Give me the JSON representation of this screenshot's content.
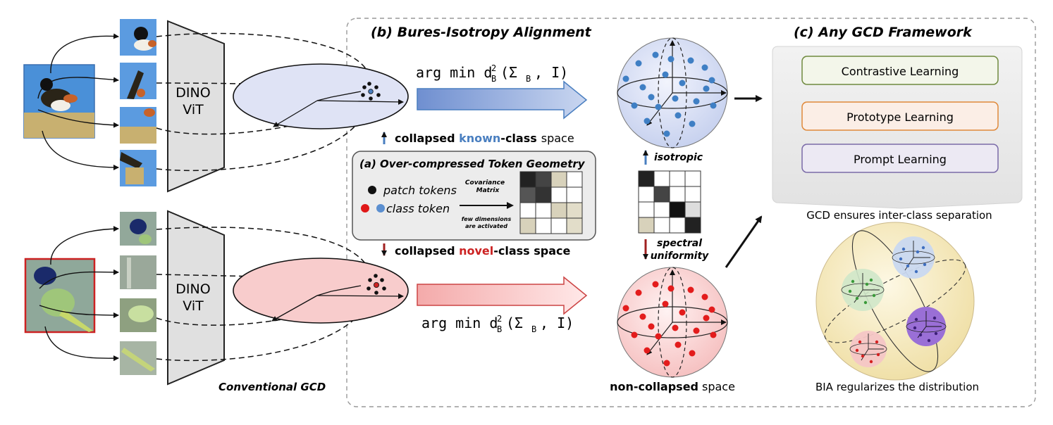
{
  "colors": {
    "known_blue": "#4a7fc0",
    "novel_red": "#cc2222",
    "blue_fill": "#dfe3f5",
    "red_fill": "#f8cccc",
    "contrastive_border": "#6f8a3e",
    "prototype_border": "#e0893a",
    "prompt_border": "#7a6aa8",
    "sphere_yellow": "#f6ecc6"
  },
  "left": {
    "encoder_top_label": "DINO\nViT",
    "encoder_top_line1": "DINO",
    "encoder_top_line2": "ViT",
    "encoder_bottom_line1": "DINO",
    "encoder_bottom_line2": "ViT",
    "caption": "Conventional GCD",
    "known_images": [
      "bird-photo-towhee",
      "bird-crop-1",
      "bird-crop-2",
      "bird-crop-3",
      "bird-crop-4"
    ],
    "novel_images": [
      "bird-photo-jay",
      "bird-crop-1",
      "bird-crop-2",
      "bird-crop-3",
      "bird-crop-4"
    ]
  },
  "panel_b": {
    "title": "(b) Bures-Isotropy Alignment",
    "formula_top": "arg min d",
    "formula_sup": "2",
    "formula_sub": "B",
    "formula_args": "(Σ",
    "formula_args_sub": "B",
    "formula_args_end": ", I)",
    "known_caption_pre": "collapsed ",
    "known_caption_word": "known",
    "known_caption_post": "-class",
    "known_caption_space": "space",
    "novel_caption_pre": "collapsed ",
    "novel_caption_word": "novel",
    "novel_caption_post": "-class space",
    "isotropic_label": "isotropic",
    "spectral_label_1": "spectral",
    "spectral_label_2": "uniformity",
    "noncollapsed_bold": "non-collapsed",
    "noncollapsed_rest": "space"
  },
  "panel_a": {
    "title": "(a) Over-compressed Token Geometry",
    "patch_tokens": "patch tokens",
    "class_token": "class token",
    "covariance_1": "Covariance",
    "covariance_2": "Matrix",
    "few_dims_1": "few dimensions",
    "few_dims_2": "are activated"
  },
  "panel_c": {
    "title": "(c) Any GCD Framework",
    "boxes": [
      "Contrastive Learning",
      "Prototype Learning",
      "Prompt Learning"
    ],
    "separation_caption": "GCD ensures inter-class separation",
    "regularize_caption": "BIA regularizes the distribution"
  }
}
